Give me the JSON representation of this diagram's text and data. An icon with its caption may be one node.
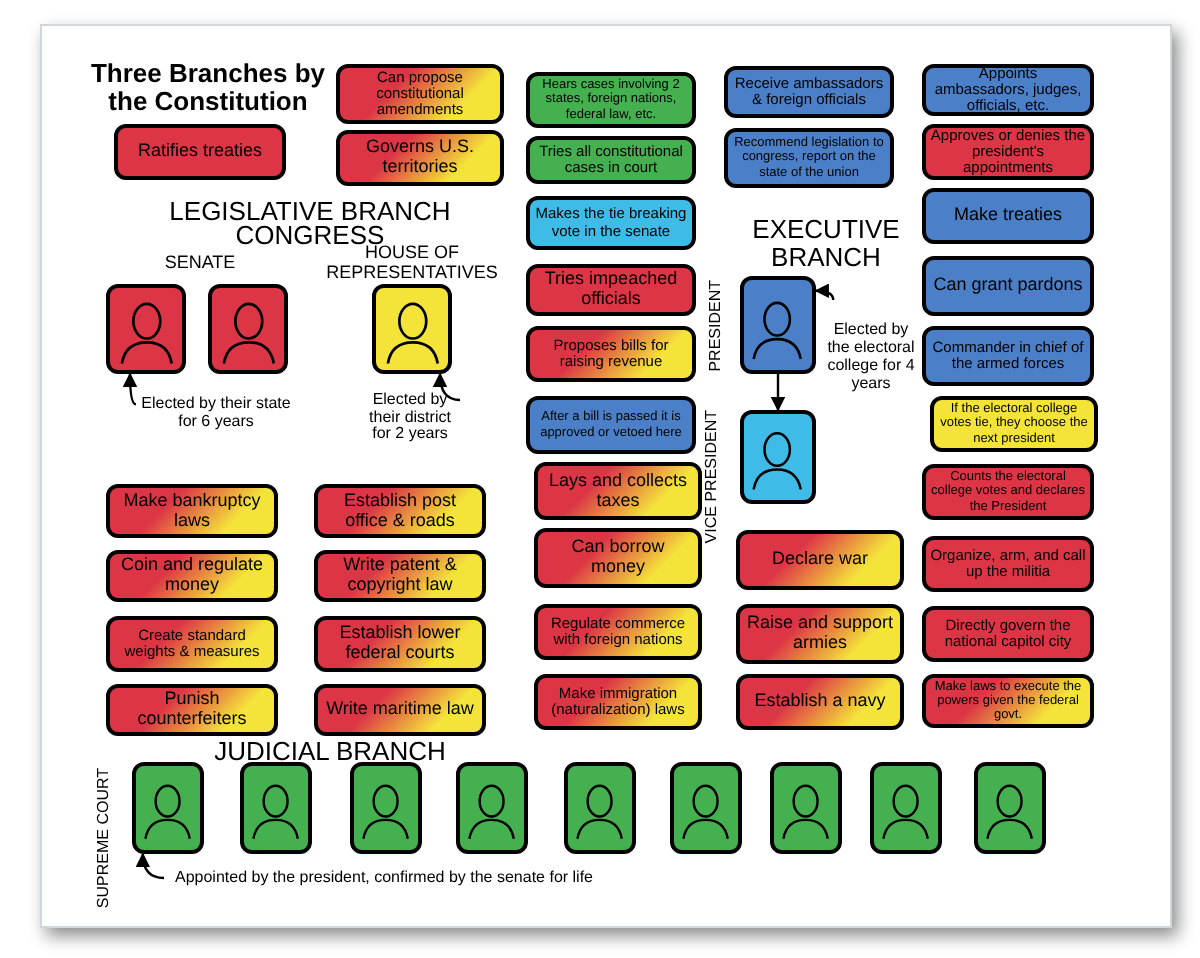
{
  "diagram": {
    "title": "Three Branches by the Constitution",
    "nodes": [
      {
        "text": [
          "Ratifies treaties"
        ]
      },
      {
        "text": [
          "Can propose constitutional amendments"
        ]
      },
      {
        "text": [
          "Governs U.S. territories"
        ]
      },
      {
        "text": [],
        "shape": "person"
      },
      {
        "text": [],
        "shape": "person"
      },
      {
        "text": [],
        "shape": "person"
      },
      {
        "text": [
          "Elected by their state for 6 years"
        ]
      },
      {
        "text": [
          "Elected by their district for 2 years"
        ]
      },
      {
        "text": [
          "Hears cases involving 2 states, foreign nations, federal law, etc."
        ]
      },
      {
        "text": [
          "Tries all constitutional cases in court"
        ]
      },
      {
        "text": [
          "Makes the tie breaking vote in the senate"
        ]
      },
      {
        "text": [
          "Tries impeached officials"
        ]
      },
      {
        "text": [
          "Proposes bills for raising revenue"
        ]
      },
      {
        "text": [
          "After a bill is passed it is approved or vetoed here"
        ]
      },
      {
        "text": [
          "Lays and collects taxes"
        ]
      },
      {
        "text": [
          "Can borrow money"
        ]
      },
      {
        "text": [
          "Regulate commerce with foreign nations"
        ]
      },
      {
        "text": [
          "Make immigration (naturalization) laws"
        ]
      },
      {
        "text": [
          "Receive ambassadors & foreign officials"
        ]
      },
      {
        "text": [
          "Recommend legislation to congress, report on the state of the union"
        ]
      },
      {
        "text": [],
        "shape": "person"
      },
      {
        "text": [
          "Elected by the electoral college for 4 years"
        ]
      },
      {
        "text": [],
        "shape": "person"
      },
      {
        "text": [
          "Declare war"
        ]
      },
      {
        "text": [
          "Raise and support armies"
        ]
      },
      {
        "text": [
          "Establish a navy"
        ]
      },
      {
        "text": [
          "Appoints ambassadors, judges, officials, etc."
        ]
      },
      {
        "text": [
          "Approves or denies the president's appointments"
        ]
      },
      {
        "text": [
          "Make treaties"
        ]
      },
      {
        "text": [
          "Can grant pardons"
        ]
      },
      {
        "text": [
          "Commander in chief of the armed forces"
        ]
      },
      {
        "text": [
          "If the electoral college votes tie, they choose the next president"
        ]
      },
      {
        "text": [
          "Counts the electoral college votes and declares the President"
        ]
      },
      {
        "text": [
          "Organize, arm, and call up the militia"
        ]
      },
      {
        "text": [
          "Directly govern the national capitol city"
        ]
      },
      {
        "text": [
          "Make laws to execute the powers given the federal govt."
        ]
      },
      {
        "text": [
          "Make bankruptcy laws"
        ]
      },
      {
        "text": [
          "Coin and regulate money"
        ]
      },
      {
        "text": [
          "Create standard weights & measures"
        ]
      },
      {
        "text": [
          "Punish counterfeiters"
        ]
      },
      {
        "text": [
          "Establish post office & roads"
        ]
      },
      {
        "text": [
          "Write patent & copyright law"
        ]
      },
      {
        "text": [
          "Establish lower federal courts"
        ]
      },
      {
        "text": [
          "Write maritime law"
        ]
      },
      {
        "text": [],
        "shape": "person"
      },
      {
        "text": [],
        "shape": "person"
      },
      {
        "text": [],
        "shape": "person"
      },
      {
        "text": [],
        "shape": "person"
      },
      {
        "text": [],
        "shape": "person"
      },
      {
        "text": [],
        "shape": "person"
      },
      {
        "text": [],
        "shape": "person"
      },
      {
        "text": [],
        "shape": "person"
      },
      {
        "text": [],
        "shape": "person"
      },
      {
        "text": [
          "Appointed by the president, confirmed by the senate for life"
        ]
      }
    ],
    "edges": [
      {
        "from": 6,
        "to": 3,
        "arrow": "to"
      },
      {
        "from": 7,
        "to": 5,
        "arrow": "to"
      },
      {
        "from": 21,
        "to": 20,
        "arrow": "to"
      },
      {
        "from": 20,
        "to": 22,
        "arrow": "to"
      },
      {
        "from": 53,
        "to": 44,
        "arrow": "to"
      }
    ],
    "labels": [
      "LEGISLATIVE BRANCH",
      "CONGRESS",
      "SENATE",
      "HOUSE OF REPRESENTATIVES",
      "EXECUTIVE BRANCH",
      "PRESIDENT",
      "VICE PRESIDENT",
      "JUDICIAL BRANCH",
      "SUPREME COURT"
    ]
  }
}
